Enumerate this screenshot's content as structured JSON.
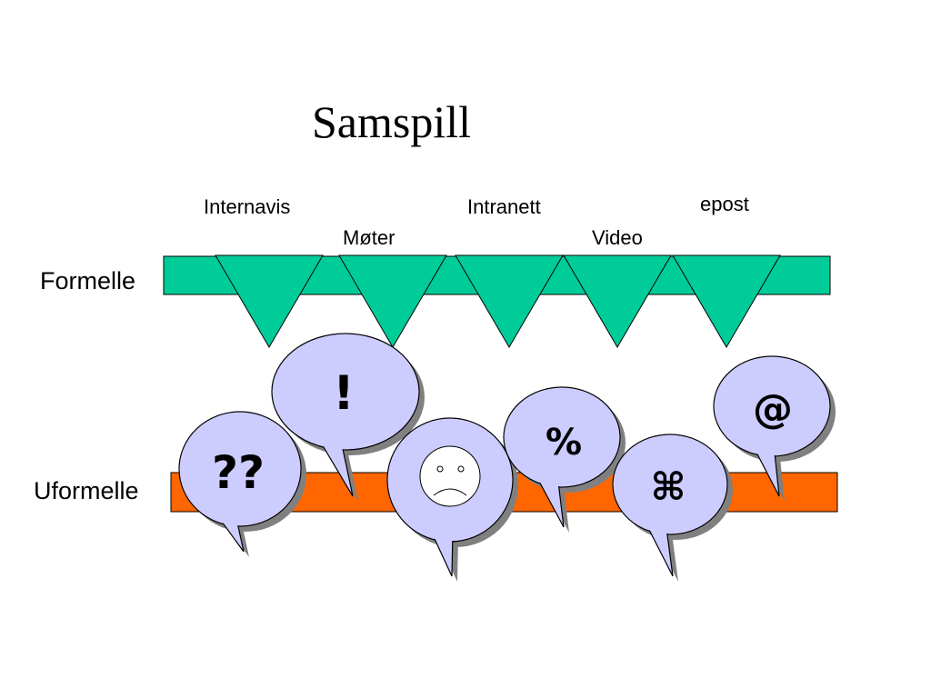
{
  "title": "Samspill",
  "channels": [
    "Internavis",
    "Møter",
    "Intranett",
    "Video",
    "epost"
  ],
  "rows": {
    "formal": "Formelle",
    "informal": "Uformelle"
  },
  "bubbles": [
    {
      "symbol": "??",
      "icon": "question-marks-icon"
    },
    {
      "symbol": "!",
      "icon": "exclamation-icon"
    },
    {
      "icon": "sad-face-icon"
    },
    {
      "symbol": "%",
      "icon": "percent-icon"
    },
    {
      "symbol": "⌘",
      "icon": "command-key-icon"
    },
    {
      "symbol": "@",
      "icon": "at-sign-icon"
    }
  ],
  "colors": {
    "formal_bar": "#00cc99",
    "informal_bar": "#ff6600",
    "bubble_fill": "#ccccff",
    "bubble_shadow": "#808080"
  }
}
